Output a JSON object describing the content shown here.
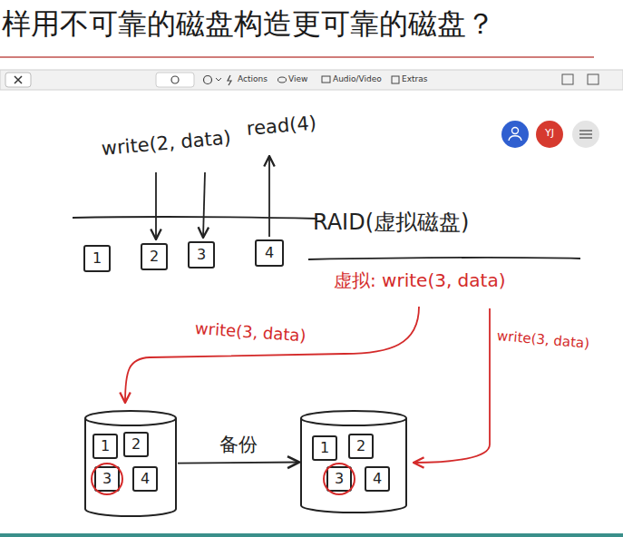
{
  "diagram": {
    "title": "样用不可靠的磁盘构造更可靠的磁盘？",
    "nodes": [
      {
        "text": [
          "1"
        ]
      },
      {
        "text": [
          "2"
        ]
      },
      {
        "text": [
          "3"
        ]
      },
      {
        "text": [
          "4"
        ]
      },
      {
        "text": []
      },
      {
        "text": [
          "1"
        ],
        "in": 4
      },
      {
        "text": [
          "2"
        ],
        "in": 4
      },
      {
        "text": [
          "3"
        ],
        "in": 4
      },
      {
        "text": [
          "4"
        ],
        "in": 4
      },
      {
        "text": []
      },
      {
        "text": [
          "1"
        ],
        "in": 9
      },
      {
        "text": [
          "2"
        ],
        "in": 9
      },
      {
        "text": [
          "3"
        ],
        "in": 9
      },
      {
        "text": [
          "4"
        ],
        "in": 9
      }
    ],
    "edges": [
      {
        "from": 4,
        "to": 9,
        "label": "备份",
        "arrow": "to"
      }
    ],
    "labels": [
      "Actions",
      "View",
      "Audio/Video",
      "Extras",
      "YJ",
      "write(2, data)",
      "read(4)",
      "RAID(虚拟磁盘)",
      "虚拟: write(3, data)",
      "write(3, data)",
      "write(3, data)"
    ]
  }
}
